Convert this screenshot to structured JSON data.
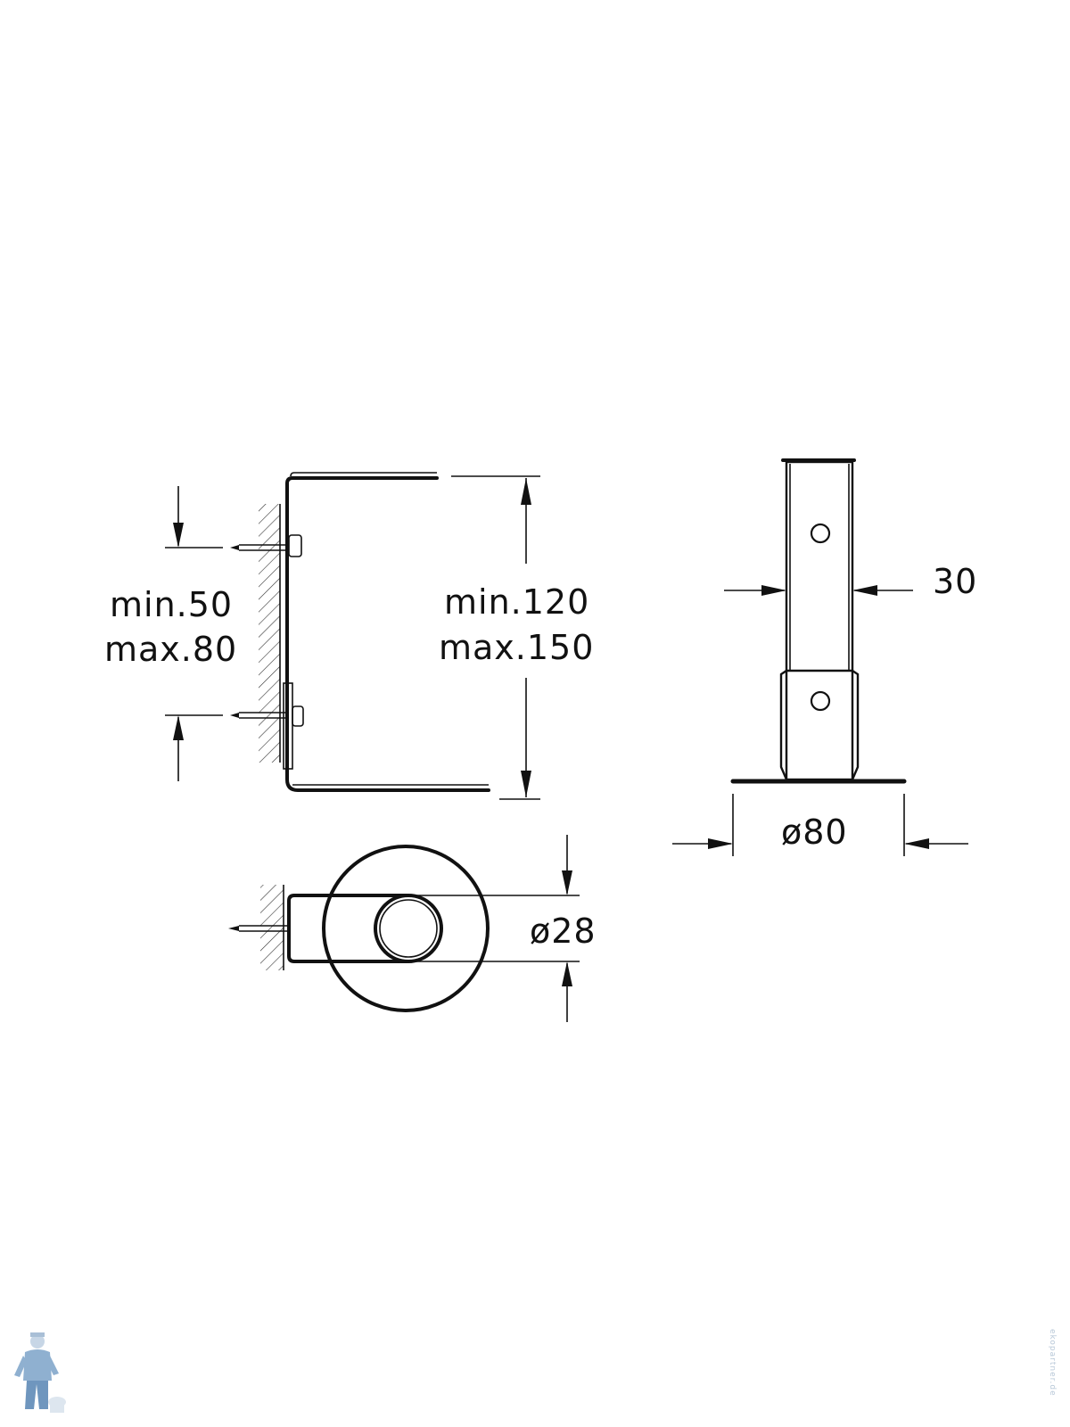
{
  "drawing": {
    "side_view": {
      "wall_spacing_min": "min.50",
      "wall_spacing_max": "max.80",
      "height_min": "min.120",
      "height_max": "max.150"
    },
    "front_view": {
      "tube_width": "30",
      "base_diameter": "ø80"
    },
    "top_view": {
      "tube_diameter": "ø28"
    }
  },
  "watermark": {
    "text": "ekopartner.de"
  },
  "colors": {
    "line": "#111111",
    "background": "#ffffff",
    "watermark": "#b8c8d8"
  }
}
